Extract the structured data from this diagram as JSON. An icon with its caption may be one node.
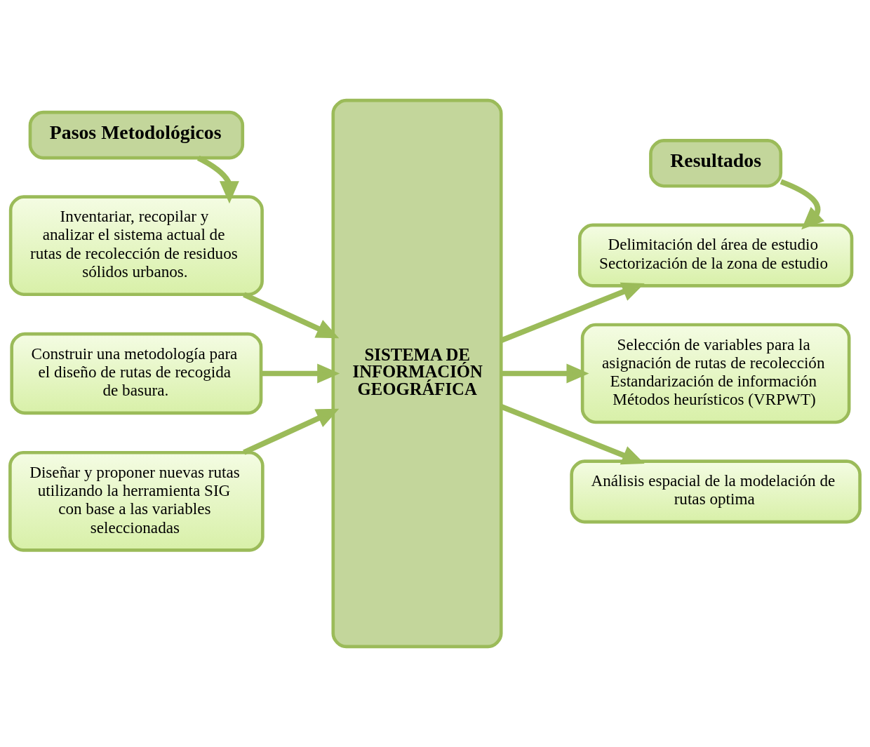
{
  "diagram": {
    "nodes": [
      {
        "text": [
          "Pasos Metodológicos"
        ]
      },
      {
        "text": [
          "Resultados"
        ]
      },
      {
        "text": [
          "Inventariar, recopilar y analizar el sistema actual de rutas de recolección de residuos sólidos urbanos."
        ]
      },
      {
        "text": [
          "Construir una metodología para el diseño de rutas de recogida de basura."
        ]
      },
      {
        "text": [
          "Diseñar y proponer nuevas rutas utilizando la herramienta SIG con base a las variables seleccionadas"
        ]
      },
      {
        "text": [
          "SISTEMA DE INFORMACIÓN GEOGRÁFICA"
        ]
      },
      {
        "text": [
          "Delimitación del área de estudio",
          "Sectorización de la zona de estudio"
        ]
      },
      {
        "text": [
          "Selección de variables para la asignación de rutas de recolección",
          "Estandarización de información",
          "Métodos heurísticos (VRPWT)"
        ]
      },
      {
        "text": [
          "Análisis espacial de la modelación de rutas optima"
        ]
      }
    ],
    "edges": [
      {
        "from": 0,
        "to": 2,
        "arrow": "to"
      },
      {
        "from": 1,
        "to": 6,
        "arrow": "to"
      },
      {
        "from": 2,
        "to": 5,
        "arrow": "to"
      },
      {
        "from": 3,
        "to": 5,
        "arrow": "to"
      },
      {
        "from": 4,
        "to": 5,
        "arrow": "to"
      },
      {
        "from": 5,
        "to": 6,
        "arrow": "to"
      },
      {
        "from": 5,
        "to": 7,
        "arrow": "to"
      },
      {
        "from": 5,
        "to": 8,
        "arrow": "to"
      }
    ]
  }
}
